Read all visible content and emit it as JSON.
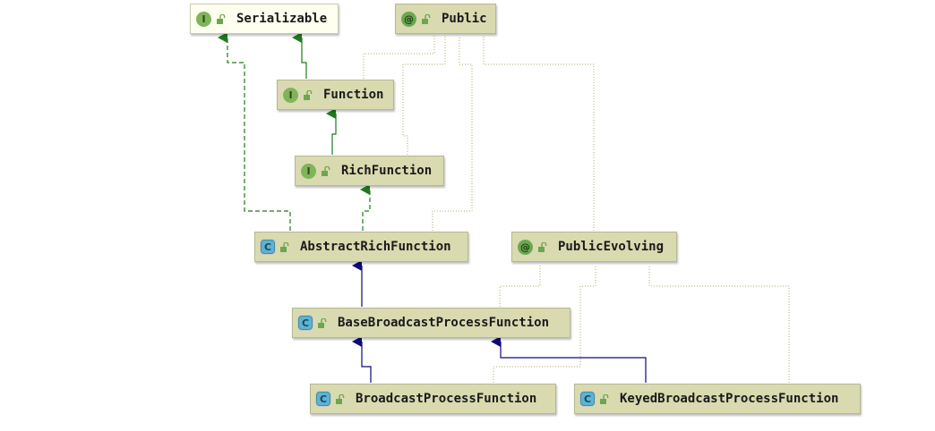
{
  "diagram": {
    "nodes": [
      {
        "id": "serializable",
        "label": "Serializable",
        "kind": "I",
        "kind_name": "interface-icon"
      },
      {
        "id": "public",
        "label": "Public",
        "kind": "@",
        "kind_name": "annotation-icon"
      },
      {
        "id": "function",
        "label": "Function",
        "kind": "I",
        "kind_name": "interface-icon"
      },
      {
        "id": "richfunction",
        "label": "RichFunction",
        "kind": "I",
        "kind_name": "interface-icon"
      },
      {
        "id": "abstractrichfunction",
        "label": "AbstractRichFunction",
        "kind": "C",
        "kind_name": "abstract-class-icon"
      },
      {
        "id": "publicevolving",
        "label": "PublicEvolving",
        "kind": "@",
        "kind_name": "annotation-icon"
      },
      {
        "id": "basebroadcastprocessfunction",
        "label": "BaseBroadcastProcessFunction",
        "kind": "C",
        "kind_name": "abstract-class-icon"
      },
      {
        "id": "broadcastprocessfunction",
        "label": "BroadcastProcessFunction",
        "kind": "C",
        "kind_name": "abstract-class-icon"
      },
      {
        "id": "keyedbroadcastprocessfunction",
        "label": "KeyedBroadcastProcessFunction",
        "kind": "C",
        "kind_name": "abstract-class-icon"
      }
    ],
    "edges": [
      {
        "from": "function",
        "to": "serializable",
        "type": "extends-interface"
      },
      {
        "from": "richfunction",
        "to": "function",
        "type": "extends-interface"
      },
      {
        "from": "abstractrichfunction",
        "to": "serializable",
        "type": "implements"
      },
      {
        "from": "abstractrichfunction",
        "to": "richfunction",
        "type": "implements"
      },
      {
        "from": "basebroadcastprocessfunction",
        "to": "abstractrichfunction",
        "type": "extends"
      },
      {
        "from": "broadcastprocessfunction",
        "to": "basebroadcastprocessfunction",
        "type": "extends"
      },
      {
        "from": "keyedbroadcastprocessfunction",
        "to": "basebroadcastprocessfunction",
        "type": "extends"
      },
      {
        "from": "function",
        "to": "public",
        "type": "annotated"
      },
      {
        "from": "richfunction",
        "to": "public",
        "type": "annotated"
      },
      {
        "from": "abstractrichfunction",
        "to": "public",
        "type": "annotated"
      },
      {
        "from": "publicevolving",
        "to": "public",
        "type": "annotated"
      },
      {
        "from": "basebroadcastprocessfunction",
        "to": "publicevolving",
        "type": "annotated"
      },
      {
        "from": "broadcastprocessfunction",
        "to": "publicevolving",
        "type": "annotated"
      },
      {
        "from": "keyedbroadcastprocessfunction",
        "to": "publicevolving",
        "type": "annotated"
      }
    ],
    "colors": {
      "interface_edge": "#1f7a1f",
      "class_edge": "#0b0b7a",
      "annotation_edge": "#b3a866",
      "node_fill": "#d9dab0",
      "node_fill_light": "#fffff0"
    }
  }
}
